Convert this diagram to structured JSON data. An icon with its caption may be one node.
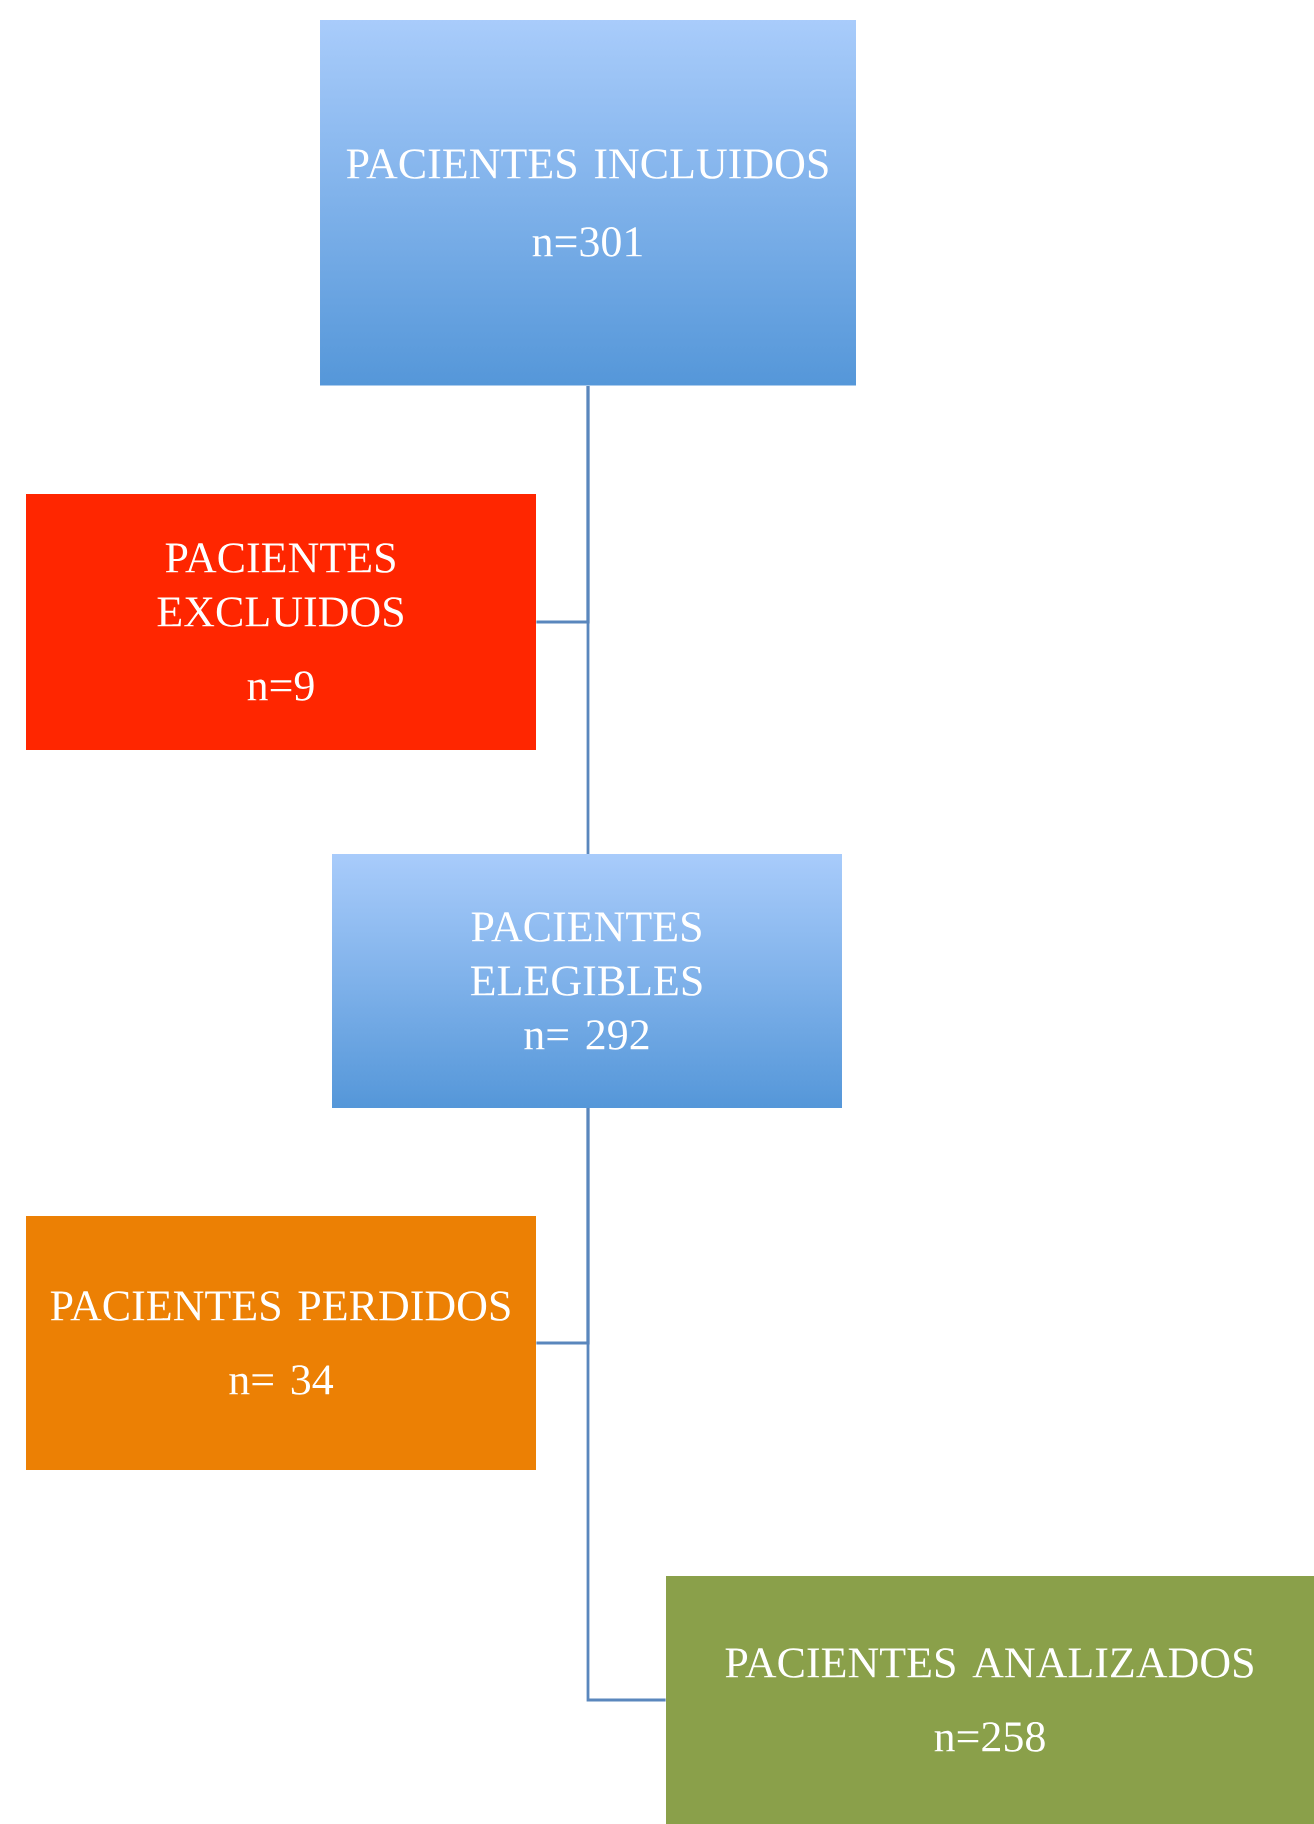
{
  "diagram": {
    "nodes": [
      {
        "text": [
          "PACIENTES INCLUIDOS",
          "n=301"
        ]
      },
      {
        "text": [
          "PACIENTES EXCLUIDOS",
          "n=9"
        ]
      },
      {
        "text": [
          "PACIENTES ELEGIBLES",
          "n= 292"
        ]
      },
      {
        "text": [
          "PACIENTES PERDIDOS",
          "n= 34"
        ]
      },
      {
        "text": [
          "PACIENTES ANALIZADOS",
          "n=258"
        ]
      }
    ],
    "edges": [
      {
        "from": 0,
        "to": 2,
        "arrow": "none"
      },
      {
        "from": 0,
        "to": 1,
        "arrow": "none"
      },
      {
        "from": 2,
        "to": 4,
        "arrow": "none"
      },
      {
        "from": 2,
        "to": 3,
        "arrow": "none"
      }
    ]
  }
}
